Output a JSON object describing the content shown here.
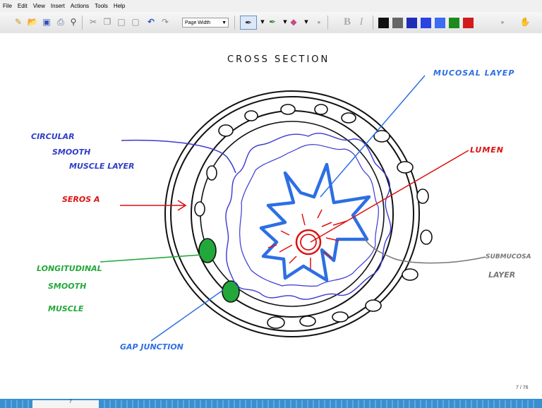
{
  "menu": [
    "File",
    "Edit",
    "View",
    "Insert",
    "Actions",
    "Tools",
    "Help"
  ],
  "toolbar": {
    "zoom_value": "Page Width",
    "pen_colors": [
      "#111111",
      "#666666",
      "#1f2fb5",
      "#2b43e0",
      "#3c6cf0",
      "#1c8a1c",
      "#d31a1a"
    ]
  },
  "annotations": {
    "title": "CROSS SECTION",
    "mucosal": "MUCOSAL LAYEP",
    "circular_1": "CIRCULAR",
    "circular_2": "SMOOTH",
    "circular_3": "MUSCLE LAYER",
    "lumen": "LUMEN",
    "serosa": "SEROS A",
    "longitudinal_1": "LONGITUDINAL",
    "longitudinal_2": "SMOOTH",
    "longitudinal_3": "MUSCLE",
    "submucosa_1": "SUBMUCOSA",
    "submucosa_2": "LAYER",
    "gap": "GAP JUNCTION"
  },
  "colors": {
    "ink_black": "#111111",
    "ink_blue": "#2f3ec8",
    "ink_bright_blue": "#2d6fe3",
    "ink_red": "#dd1111",
    "ink_green": "#22a83a",
    "ink_gray": "#777777",
    "taskbar": "#3a8fd0"
  },
  "status": {
    "page": "7 / 76",
    "taskbar_num": "7"
  }
}
